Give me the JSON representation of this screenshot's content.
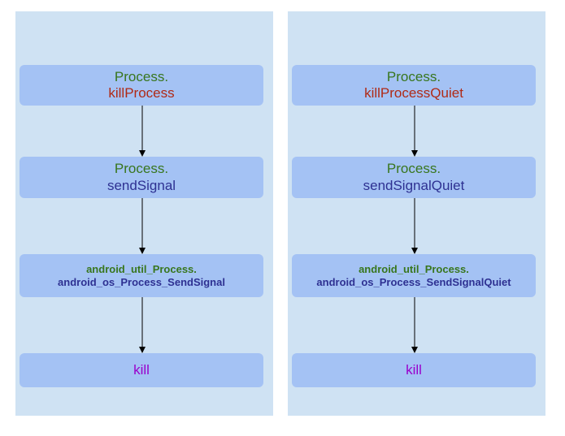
{
  "colors": {
    "panel_bg": "#cfe2f3",
    "node_bg": "#a4c2f4",
    "class_text": "#38761d",
    "method_text": "#b02a16",
    "call_text": "#2e3192",
    "syscall_text": "#9900cc"
  },
  "left": {
    "node1": {
      "line1": "Process.",
      "line2": "killProcess"
    },
    "node2": {
      "line1": "Process.",
      "line2": "sendSignal"
    },
    "node3": {
      "line1": "android_util_Process.",
      "line2": "android_os_Process_SendSignal"
    },
    "node4": {
      "line1": "kill"
    }
  },
  "right": {
    "node1": {
      "line1": "Process.",
      "line2": "killProcessQuiet"
    },
    "node2": {
      "line1": "Process.",
      "line2": "sendSignalQuiet"
    },
    "node3": {
      "line1": "android_util_Process.",
      "line2": "android_os_Process_SendSignalQuiet"
    },
    "node4": {
      "line1": "kill"
    }
  }
}
